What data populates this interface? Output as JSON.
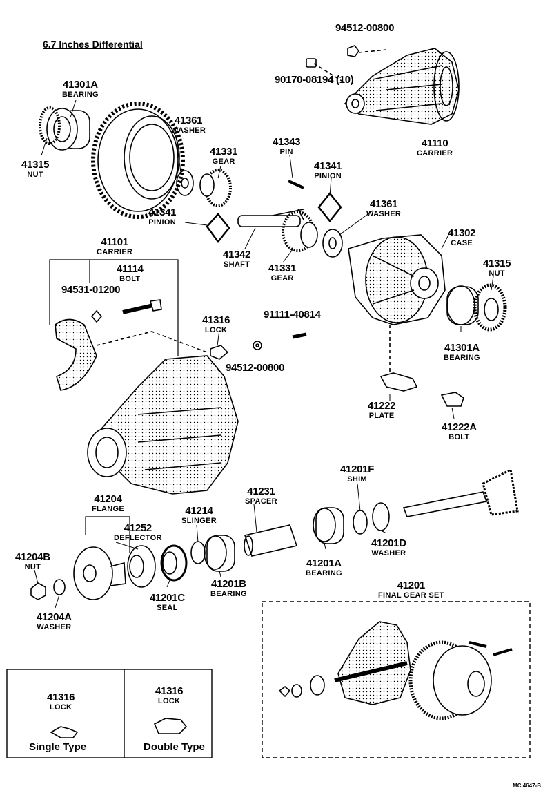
{
  "title": "6.7 Inches Differential",
  "figure_code": "MC 4647-B",
  "parts": {
    "p94512_top": {
      "num": "94512-00800"
    },
    "p90170": {
      "num": "90170-08194 (10)"
    },
    "p41301A_top": {
      "num": "41301A",
      "name": "BEARING"
    },
    "p41361_left": {
      "num": "41361",
      "name": "WASHER"
    },
    "p41331_top": {
      "num": "41331",
      "name": "GEAR"
    },
    "p41315_left": {
      "num": "41315",
      "name": "NUT"
    },
    "p41110": {
      "num": "41110",
      "name": "CARRIER"
    },
    "p41343": {
      "num": "41343",
      "name": "PIN"
    },
    "p41341_right": {
      "num": "41341",
      "name": "PINION"
    },
    "p41341_left": {
      "num": "41341",
      "name": "PINION"
    },
    "p41361_right": {
      "num": "41361",
      "name": "WASHER"
    },
    "p41302": {
      "num": "41302",
      "name": "CASE"
    },
    "p41101": {
      "num": "41101",
      "name": "CARRIER"
    },
    "p41342": {
      "num": "41342",
      "name": "SHAFT"
    },
    "p41331_bottom": {
      "num": "41331",
      "name": "GEAR"
    },
    "p41315_right": {
      "num": "41315",
      "name": "NUT"
    },
    "p41114": {
      "num": "41114",
      "name": "BOLT"
    },
    "p94531": {
      "num": "94531-01200"
    },
    "p91111": {
      "num": "91111-40814"
    },
    "p41316_top": {
      "num": "41316",
      "name": "LOCK"
    },
    "p94512_mid": {
      "num": "94512-00800"
    },
    "p41301A_right": {
      "num": "41301A",
      "name": "BEARING"
    },
    "p41222": {
      "num": "41222",
      "name": "PLATE"
    },
    "p41222A": {
      "num": "41222A",
      "name": "BOLT"
    },
    "p41201F": {
      "num": "41201F",
      "name": "SHIM"
    },
    "p41231": {
      "num": "41231",
      "name": "SPACER"
    },
    "p41204": {
      "num": "41204",
      "name": "FLANGE"
    },
    "p41214": {
      "num": "41214",
      "name": "SLINGER"
    },
    "p41252": {
      "num": "41252",
      "name": "DEFLECTOR"
    },
    "p41201D": {
      "num": "41201D",
      "name": "WASHER"
    },
    "p41204B": {
      "num": "41204B",
      "name": "NUT"
    },
    "p41201A_bottom": {
      "num": "41201A",
      "name": "BEARING"
    },
    "p41201B": {
      "num": "41201B",
      "name": "BEARING"
    },
    "p41201C": {
      "num": "41201C",
      "name": "SEAL"
    },
    "p41201": {
      "num": "41201",
      "name": "FINAL GEAR SET"
    },
    "p41204A": {
      "num": "41204A",
      "name": "WASHER"
    }
  },
  "lock_types": [
    {
      "num": "41316",
      "name": "LOCK",
      "caption": "Single Type"
    },
    {
      "num": "41316",
      "name": "LOCK",
      "caption": "Double Type"
    }
  ]
}
